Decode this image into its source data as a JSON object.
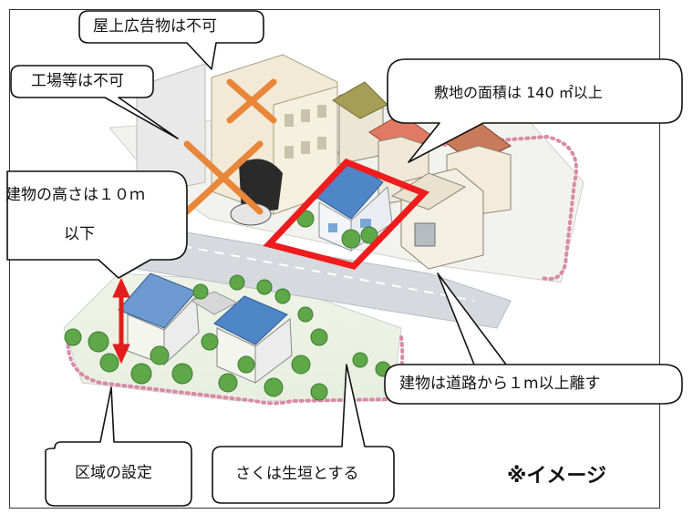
{
  "callouts": {
    "rooftop_ads": "屋上広告物は不可",
    "factory": "工場等は不可",
    "site_area": "敷地の面積は 140 ㎡以上",
    "height_line1": "建物の高さは１０ｍ",
    "height_line2": "以下",
    "setback": "建物は道路から１m以上離す",
    "district": "区域の設定",
    "hedge": "さくは生垣とする"
  },
  "note": "※イメージ",
  "colors": {
    "forbidden_x": "#e8863a",
    "site_outline": "#ee1c1c",
    "height_arrow": "#e31c1c",
    "road": "#d6d9de",
    "tree": "#5fa84a",
    "roof_blue": "#4f86c8",
    "district_dots": "#d98aa5"
  }
}
